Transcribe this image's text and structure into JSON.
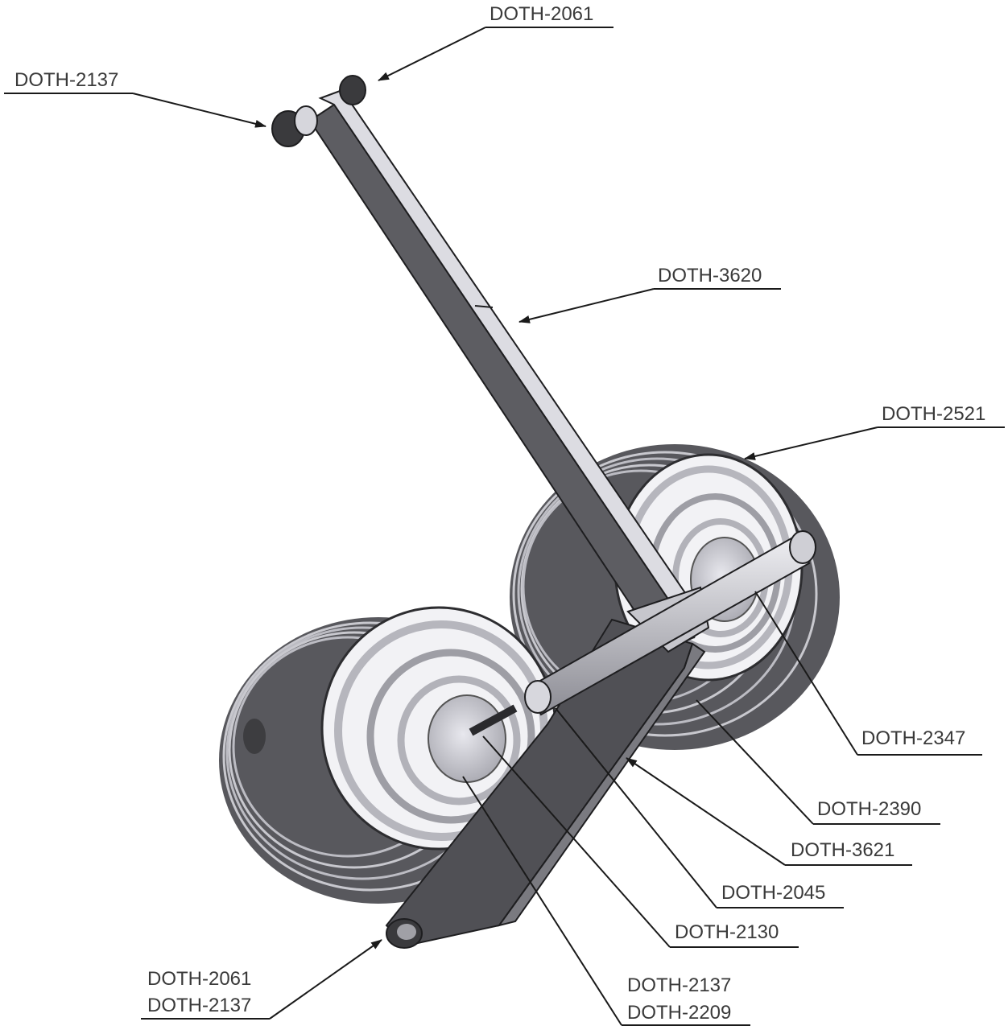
{
  "title": "",
  "labels": [
    {
      "id": "l1",
      "text": "DOTH-2061"
    },
    {
      "id": "l2",
      "text": "DOTH-2137"
    },
    {
      "id": "l3",
      "text": "DOTH-3620"
    },
    {
      "id": "l4",
      "text": "DOTH-2521"
    },
    {
      "id": "l5",
      "text": "DOTH-2347"
    },
    {
      "id": "l6",
      "text": "DOTH-2390"
    },
    {
      "id": "l7",
      "text": "DOTH-3621"
    },
    {
      "id": "l8",
      "text": "DOTH-2045"
    },
    {
      "id": "l9",
      "text": "DOTH-2130"
    },
    {
      "id": "l10",
      "text": "DOTH-2137"
    },
    {
      "id": "l11",
      "text": "DOTH-2209"
    },
    {
      "id": "l12",
      "text": "DOTH-2061"
    },
    {
      "id": "l13",
      "text": "DOTH-2137"
    }
  ],
  "colors": {
    "line": "#1a1a1a",
    "text": "#3a3a3a",
    "steel_dark": "#5a5a5e",
    "steel_mid": "#9a9aa0",
    "steel_light": "#dcdce2"
  }
}
